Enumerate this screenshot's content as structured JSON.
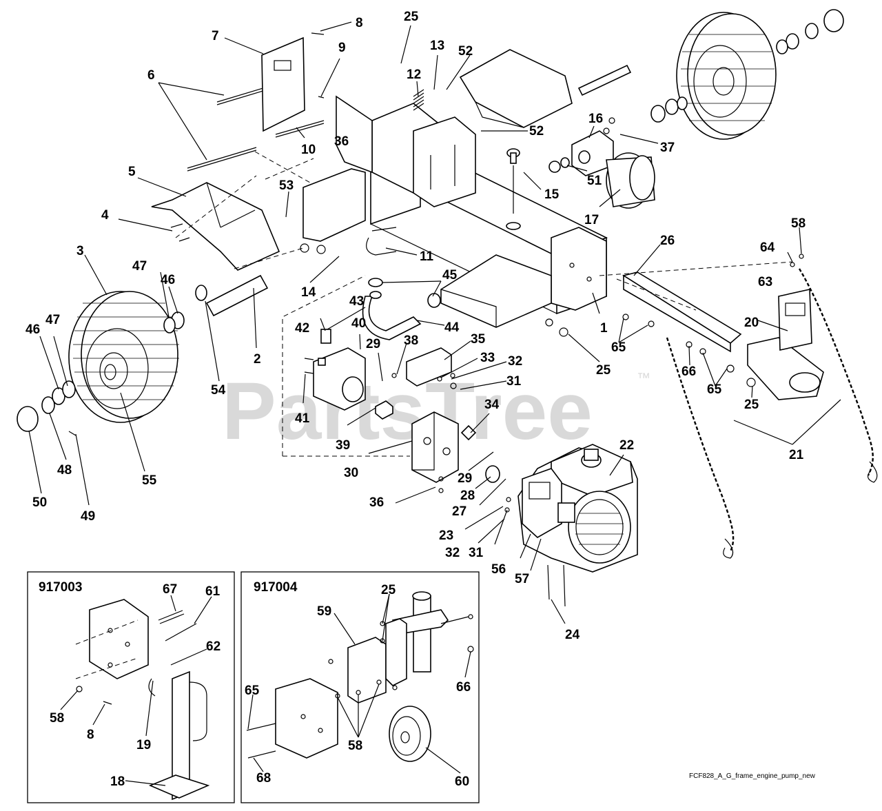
{
  "watermark": "PartsTree",
  "trademark": "™",
  "footer_filename": "FCF828_A_G_frame_engine_pump_new",
  "insets": [
    {
      "title": "917003",
      "callouts": [
        "67",
        "61",
        "62",
        "58",
        "8",
        "19",
        "18"
      ]
    },
    {
      "title": "917004",
      "callouts": [
        "25",
        "59",
        "65",
        "58",
        "66",
        "68",
        "60"
      ]
    }
  ],
  "callouts": [
    "1",
    "2",
    "3",
    "4",
    "5",
    "6",
    "7",
    "8",
    "9",
    "10",
    "11",
    "12",
    "13",
    "14",
    "15",
    "16",
    "17",
    "20",
    "21",
    "22",
    "23",
    "24",
    "25",
    "26",
    "27",
    "28",
    "29",
    "30",
    "31",
    "32",
    "33",
    "34",
    "35",
    "36",
    "37",
    "38",
    "39",
    "40",
    "41",
    "42",
    "43",
    "44",
    "45",
    "46",
    "47",
    "48",
    "49",
    "50",
    "51",
    "52",
    "53",
    "54",
    "55",
    "56",
    "57",
    "58",
    "63",
    "64",
    "65",
    "66"
  ],
  "colors": {
    "line": "#000000",
    "background": "#ffffff",
    "watermark": "#d9d9d9"
  }
}
